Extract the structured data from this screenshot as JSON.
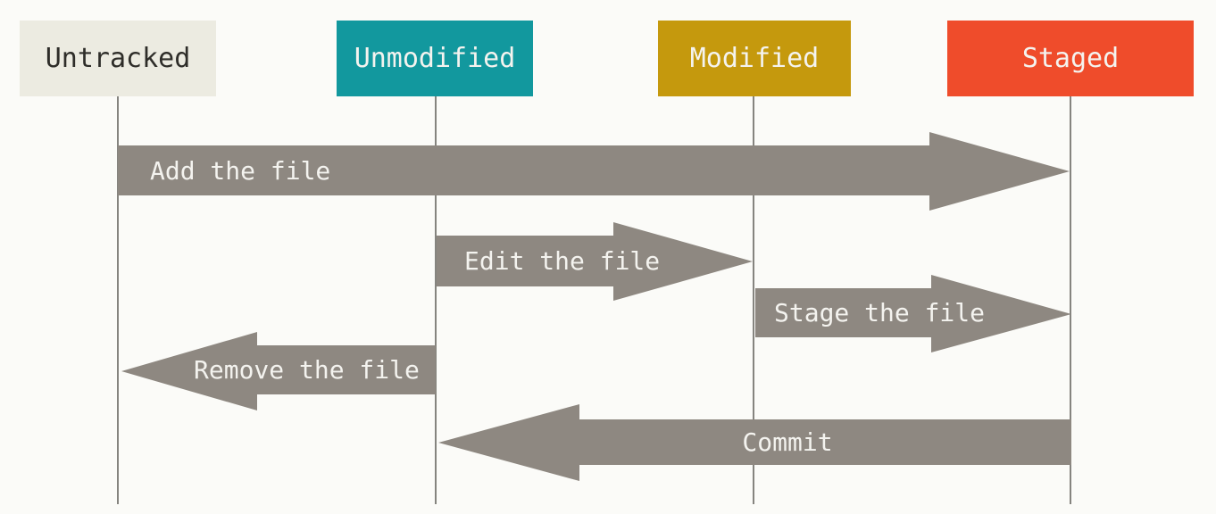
{
  "diagram": {
    "states": [
      {
        "label": "Untracked",
        "color": "#ECEBE1",
        "text_color": "#2E2D29"
      },
      {
        "label": "Unmodified",
        "color": "#12989E",
        "text_color": "#F4F3EF"
      },
      {
        "label": "Modified",
        "color": "#C5990D",
        "text_color": "#F4F3EF"
      },
      {
        "label": "Staged",
        "color": "#EF4C2B",
        "text_color": "#F4F3EF"
      }
    ],
    "transitions": [
      {
        "label": "Add the file",
        "from": "Untracked",
        "to": "Staged",
        "direction": "right"
      },
      {
        "label": "Edit the file",
        "from": "Unmodified",
        "to": "Modified",
        "direction": "right"
      },
      {
        "label": "Stage the file",
        "from": "Modified",
        "to": "Staged",
        "direction": "right"
      },
      {
        "label": "Remove the file",
        "from": "Unmodified",
        "to": "Untracked",
        "direction": "left"
      },
      {
        "label": "Commit",
        "from": "Staged",
        "to": "Unmodified",
        "direction": "left"
      }
    ],
    "colors": {
      "background": "#FBFBF8",
      "arrow": "#8E8881",
      "arrow_text": "#F4F3EF",
      "line": "#85847F"
    }
  }
}
